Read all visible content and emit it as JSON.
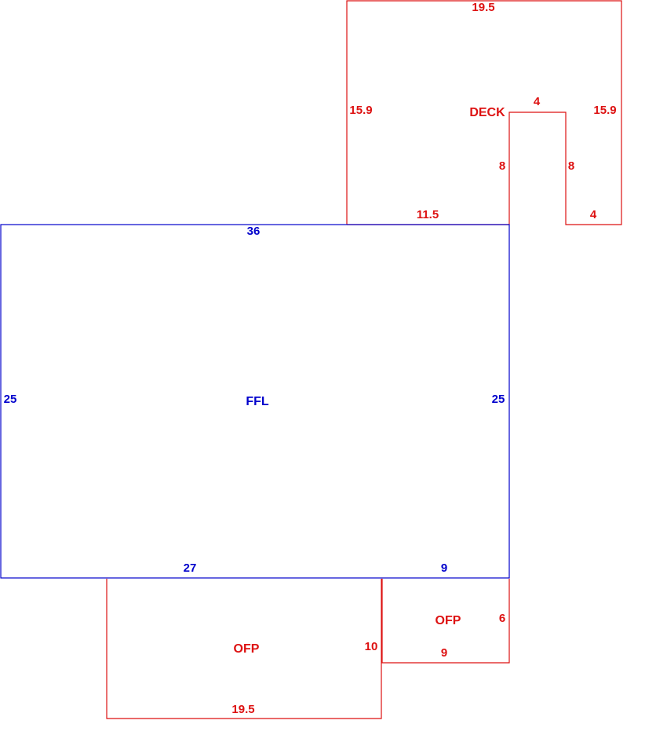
{
  "colors": {
    "living_area": "#0000cc",
    "addition": "#dd1111",
    "background": "#ffffff"
  },
  "areas": {
    "ffl": {
      "label": "FFL",
      "dims": {
        "top": "36",
        "left": "25",
        "right": "25",
        "bottom_left": "27",
        "bottom_right": "9"
      }
    },
    "deck": {
      "label": "DECK",
      "dims": {
        "top": "19.5",
        "left": "15.9",
        "right": "15.9",
        "bottom_left": "11.5",
        "notch_top": "4",
        "notch_left": "8",
        "notch_right": "8",
        "bottom_right": "4"
      }
    },
    "ofp_main": {
      "label": "OFP",
      "dims": {
        "right": "10",
        "bottom": "19.5"
      }
    },
    "ofp_small": {
      "label": "OFP",
      "dims": {
        "right": "6",
        "bottom": "9"
      }
    }
  }
}
